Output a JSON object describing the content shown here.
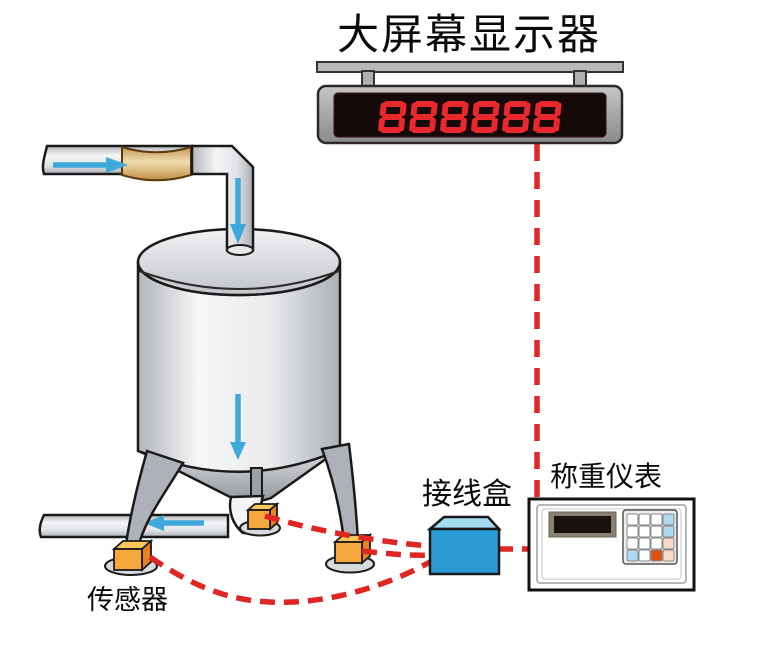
{
  "diagram": {
    "title": "大屏幕显示器",
    "display_board": {
      "value": "888888",
      "digit_color": "#e8282c",
      "screen_color": "#160909",
      "frame_color": "#a8a8a8"
    },
    "junction_box": {
      "label": "接线盒",
      "front_color": "#2a9ad2",
      "top_color": "#a6dcf2"
    },
    "indicator": {
      "label": "称重仪表",
      "screen_color": "#17120e",
      "screen_frame_color": "#8b8173",
      "keypad": {
        "rows": [
          [
            "w",
            "w",
            "w",
            "b"
          ],
          [
            "w",
            "w",
            "w",
            "b"
          ],
          [
            "w",
            "w",
            "w",
            "p"
          ],
          [
            "b",
            "w",
            "o",
            "p"
          ]
        ],
        "palette": {
          "w": "#ffffff",
          "b": "#aed9f0",
          "o": "#e0500f",
          "p": "#f7d9c8"
        }
      }
    },
    "sensors": {
      "label": "传感器",
      "count": 3,
      "block_color": "#f6a83e"
    },
    "cables": {
      "color": "#e02525",
      "style": "dashed"
    },
    "flow_arrows": {
      "color": "#3fa9dc",
      "directions": [
        "right",
        "down",
        "down",
        "left"
      ]
    }
  }
}
